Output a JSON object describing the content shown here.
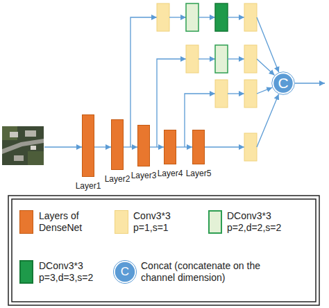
{
  "diagram": {
    "nodes": [
      {
        "text": [
          "Layer1"
        ]
      },
      {
        "text": [
          "Layer2"
        ]
      },
      {
        "text": [
          "Layer3"
        ]
      },
      {
        "text": [
          "Layer4"
        ]
      },
      {
        "text": [
          "Layer5"
        ]
      },
      {
        "text": [
          "C"
        ]
      }
    ],
    "edges": [
      {
        "from": 0,
        "to": 1,
        "arrow": "to"
      },
      {
        "from": 1,
        "to": 2,
        "arrow": "to"
      },
      {
        "from": 2,
        "to": 3,
        "arrow": "to"
      },
      {
        "from": 3,
        "to": 4,
        "arrow": "to"
      }
    ],
    "labels": [
      "C"
    ],
    "legend": [
      {
        "text": "Layers of DenseNet",
        "color": "#e8772e"
      },
      {
        "text": "Conv3*3 p=1,s=1",
        "color": "#fbe5a5"
      },
      {
        "text": "DConv3*3 p=2,d=2,s=2",
        "color": "#e3f1d6"
      },
      {
        "text": "DConv3*3 p=3,d=3,s=2",
        "color": "#1e9a4a"
      },
      {
        "text": "Concat (concatenate on the channel dimension)"
      }
    ]
  }
}
